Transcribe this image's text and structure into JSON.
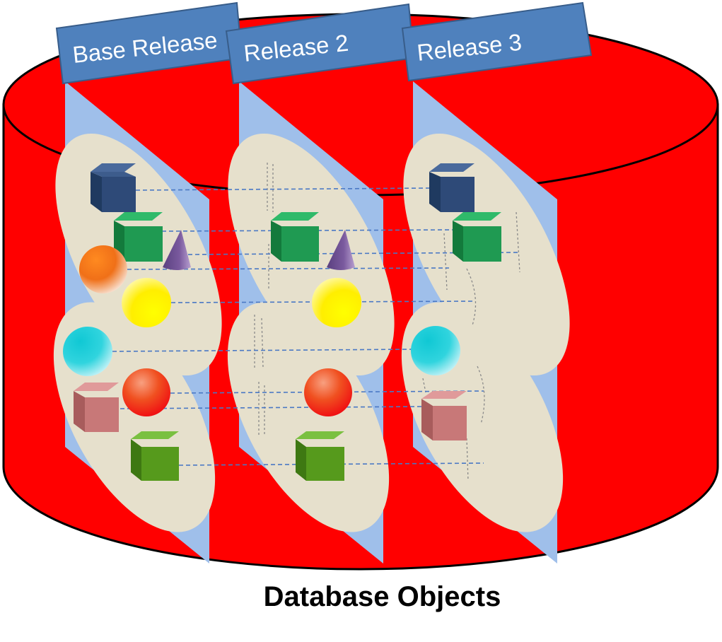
{
  "diagram": {
    "caption": "Database Objects",
    "releases": [
      {
        "label": "Base Release"
      },
      {
        "label": "Release 2"
      },
      {
        "label": "Release 3"
      }
    ],
    "colors": {
      "cylinder": "#ff0000",
      "cylinder_outline": "#000000",
      "panel": "#9fbfea",
      "ellipse": "#e6e0cc",
      "tab": "#4f81bd",
      "tab_outline": "#385d8a",
      "link_line": "#4a78c4"
    },
    "objects": [
      {
        "id": "navy-cube",
        "shape": "cube",
        "color": "#2e4a78",
        "in_releases": [
          1,
          3
        ]
      },
      {
        "id": "green-cube",
        "shape": "cube",
        "color": "#1f9a52",
        "in_releases": [
          1,
          2,
          3
        ]
      },
      {
        "id": "purple-cone",
        "shape": "cone",
        "color": "#7a5a9e",
        "in_releases": [
          1,
          2
        ]
      },
      {
        "id": "orange-sphere",
        "shape": "sphere",
        "color": "#f07018",
        "in_releases": [
          1
        ]
      },
      {
        "id": "yellow-sphere",
        "shape": "sphere",
        "color": "#ffee00",
        "in_releases": [
          1,
          2
        ]
      },
      {
        "id": "cyan-sphere",
        "shape": "sphere",
        "color": "#14cdd8",
        "in_releases": [
          1,
          3
        ]
      },
      {
        "id": "red-sphere",
        "shape": "sphere",
        "color": "#f03010",
        "in_releases": [
          1,
          2
        ]
      },
      {
        "id": "pink-cube",
        "shape": "cube",
        "color": "#c87878",
        "in_releases": [
          1,
          3
        ]
      },
      {
        "id": "olive-cube",
        "shape": "cube",
        "color": "#569a1c",
        "in_releases": [
          1,
          2
        ]
      }
    ]
  }
}
